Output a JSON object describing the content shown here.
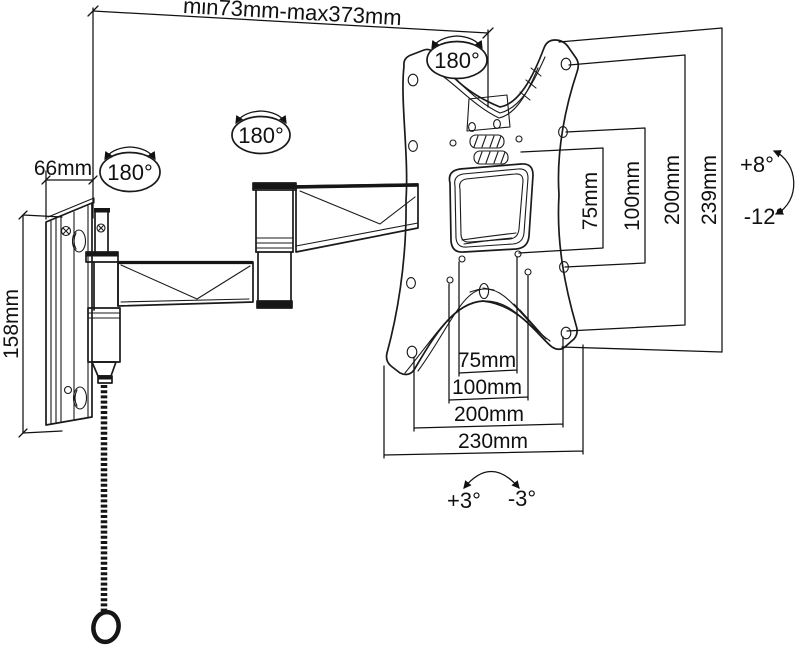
{
  "meta": {
    "description": "Technical dimension drawing of an articulating TV wall mount with full-motion arm, VESA plate, wall plate and safety pull chain",
    "background_color": "#ffffff",
    "line_color": "#1a1a1a"
  },
  "labels": {
    "extension_range": "min73mm-max373mm",
    "wall_plate_depth": "66mm",
    "wall_plate_height": "158mm",
    "swivel_wall": "180°",
    "swivel_elbow": "180°",
    "swivel_plate": "180°",
    "vesa_vertical_75": "75mm",
    "vesa_vertical_100": "100mm",
    "vesa_vertical_200": "200mm",
    "plate_height": "239mm",
    "tilt_up": "+8°",
    "tilt_down": "-12°",
    "vesa_horizontal_75": "75mm",
    "vesa_horizontal_100": "100mm",
    "vesa_horizontal_200": "200mm",
    "plate_width": "230mm",
    "roll_plus": "+3°",
    "roll_minus": "-3°"
  }
}
